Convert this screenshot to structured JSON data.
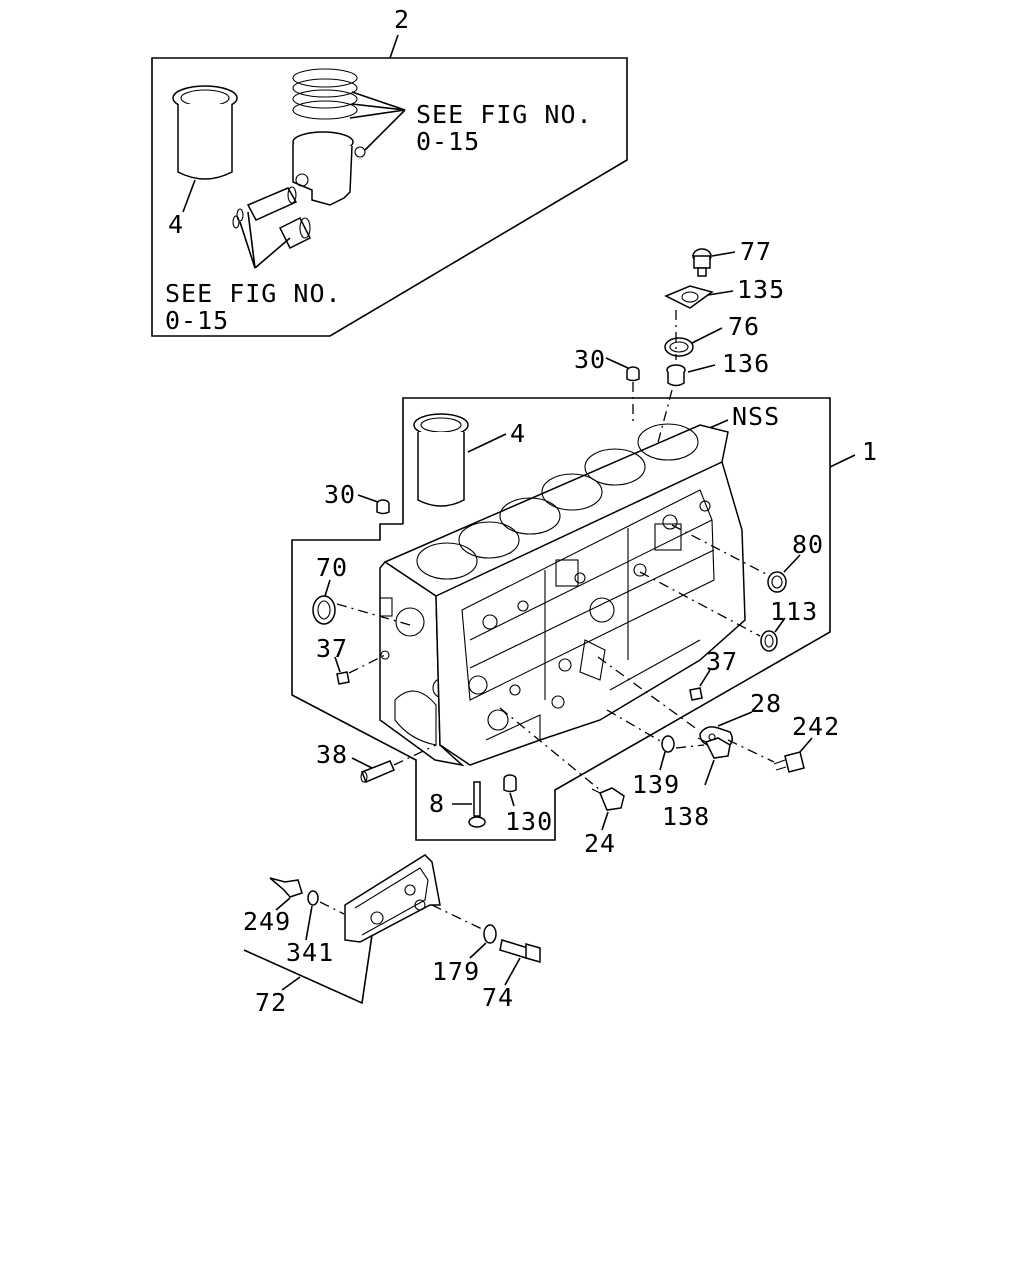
{
  "diagram": {
    "callouts": {
      "c2": "2",
      "c4_inset": "4",
      "see_fig_1_line1": "SEE FIG NO.",
      "see_fig_1_line2": "0-15",
      "see_fig_2_line1": "SEE FIG NO.",
      "see_fig_2_line2": "0-15",
      "c77": "77",
      "c135": "135",
      "c76": "76",
      "c136": "136",
      "c30_top": "30",
      "c30_left": "30",
      "nss": "NSS",
      "c4_block": "4",
      "c1": "1",
      "c80": "80",
      "c113": "113",
      "c70": "70",
      "c37_left": "37",
      "c37_right": "37",
      "c28": "28",
      "c242": "242",
      "c38": "38",
      "c8": "8",
      "c130": "130",
      "c139": "139",
      "c138": "138",
      "c24": "24",
      "c249": "249",
      "c341": "341",
      "c72": "72",
      "c179": "179",
      "c74": "74"
    }
  }
}
